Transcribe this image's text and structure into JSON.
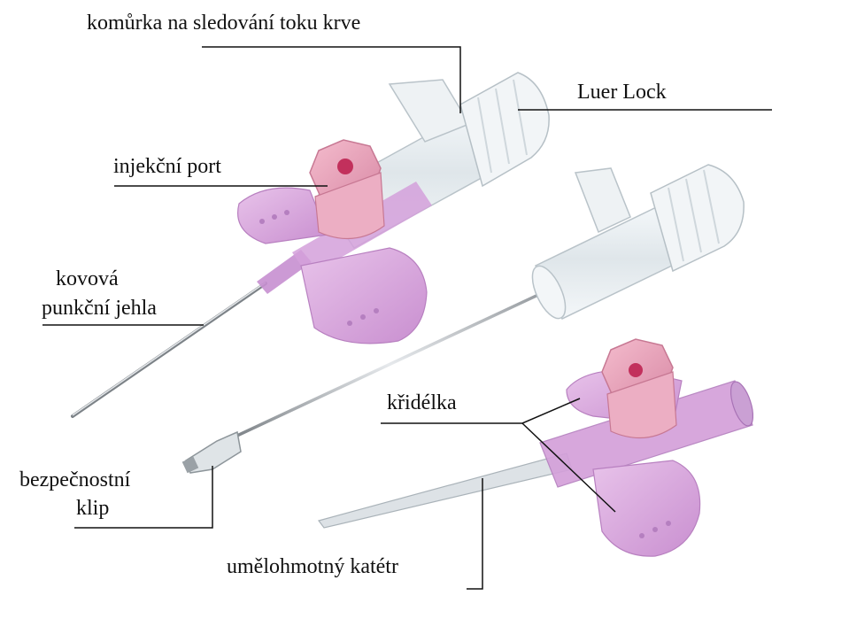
{
  "labels": {
    "blood_flow_chamber": "komůrka na sledování toku krve",
    "luer_lock": "Luer Lock",
    "injection_port": "injekční port",
    "metal_needle_line1": "kovová",
    "metal_needle_line2": "punkční jehla",
    "wings": "křidélka",
    "safety_clip_line1": "bezpečnostní",
    "safety_clip_line2": "klip",
    "plastic_catheter": "umělohmotný katétr"
  },
  "colors": {
    "leader_line": "#111111",
    "port_pink": "#e9a0b8",
    "wing_purple": "#d8a6dc",
    "tube_lilac": "#c68fd0",
    "clear_plastic": "#e8eef2"
  }
}
